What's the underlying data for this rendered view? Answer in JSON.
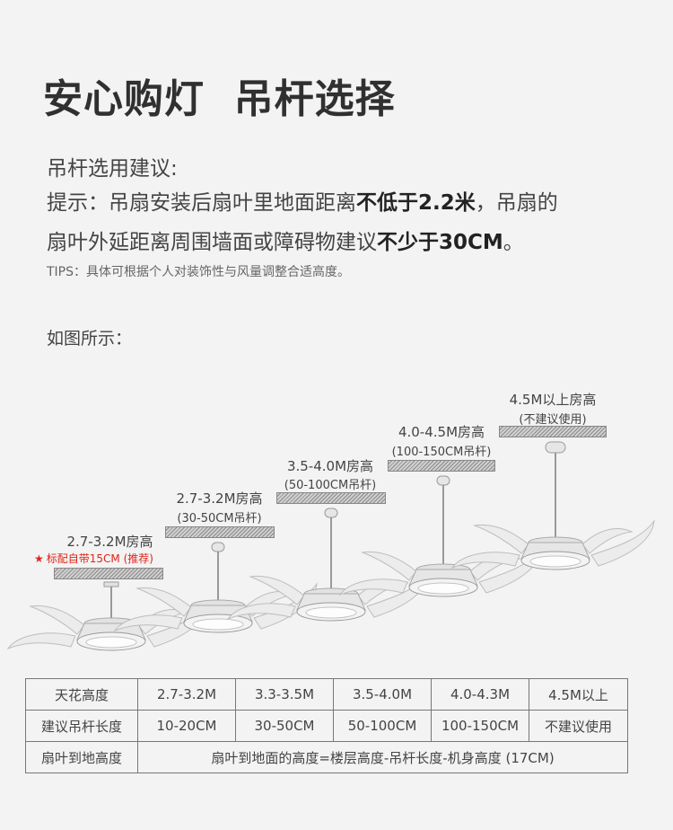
{
  "title": "安心购灯  吊杆选择",
  "subtitle": "吊杆选用建议:",
  "tip": {
    "line1_pre": "提示：吊扇安装后扇叶里地面距离",
    "line1_bold": "不低于2.2米",
    "line1_post": "，吊扇的",
    "line2_pre": "扇叶外延距离周围墙面或障碍物建议",
    "line2_bold": "不少于30CM",
    "line2_post": "。"
  },
  "tips_small": "TIPS：具体可根据个人对装饰性与风量调整合适高度。",
  "as_shown": "如图所示：",
  "illustrations": [
    {
      "height": "2.7-3.2M房高",
      "note": "标配自带15CM (推荐)",
      "note_icon": "star-icon",
      "note_color": "#e0251b"
    },
    {
      "height": "2.7-3.2M房高",
      "rod": "(30-50CM吊杆)"
    },
    {
      "height": "3.5-4.0M房高",
      "rod": "(50-100CM吊杆)"
    },
    {
      "height": "4.0-4.5M房高",
      "rod": "(100-150CM吊杆)"
    },
    {
      "height": "4.5M以上房高",
      "rod": "(不建议使用)"
    }
  ],
  "table": {
    "rows": [
      {
        "label": "天花高度",
        "cells": [
          "2.7-3.2M",
          "3.3-3.5M",
          "3.5-4.0M",
          "4.0-4.3M",
          "4.5M以上"
        ]
      },
      {
        "label": "建议吊杆长度",
        "cells": [
          "10-20CM",
          "30-50CM",
          "50-100CM",
          "100-150CM",
          "不建议使用"
        ]
      },
      {
        "label": "扇叶到地高度",
        "merged": "扇叶到地面的高度=楼层高度-吊杆长度-机身高度 (17CM)"
      }
    ]
  }
}
